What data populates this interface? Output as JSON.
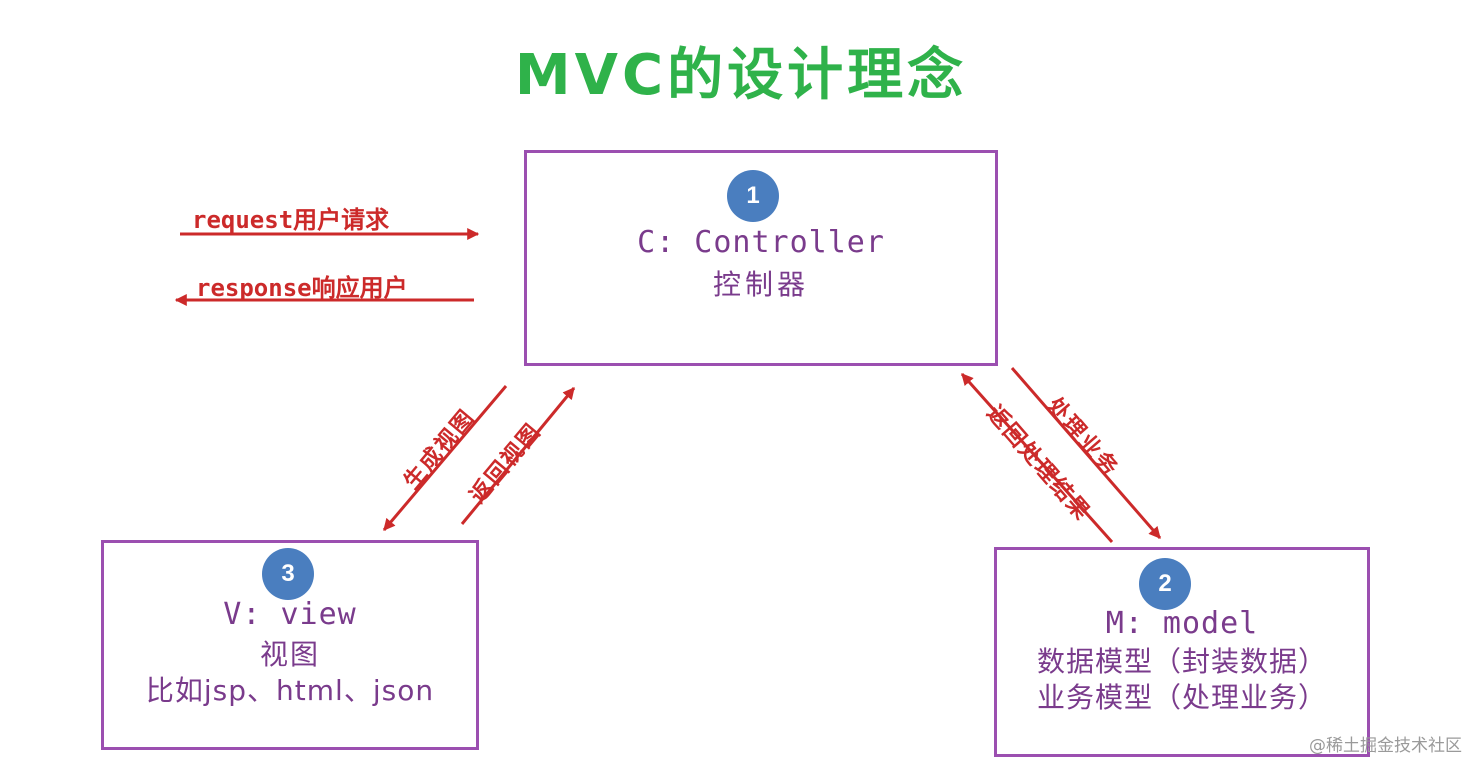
{
  "title": "MVC的设计理念",
  "controller": {
    "number": "1",
    "name": "C: Controller",
    "desc": "控制器"
  },
  "view": {
    "number": "3",
    "name": "V: view",
    "desc": "视图",
    "example": "比如jsp、html、json"
  },
  "model": {
    "number": "2",
    "name": "M: model",
    "desc1": "数据模型（封装数据）",
    "desc2": "业务模型（处理业务）"
  },
  "arrows": {
    "request": "request用户请求",
    "response": "response响应用户",
    "generate_view": "生成视图",
    "return_view": "返回视图",
    "handle_business": "处理业务",
    "return_result": "返回处理结果"
  },
  "colors": {
    "title": "#2fb24a",
    "box_border": "#9b4fb0",
    "box_text": "#7a3b8c",
    "badge": "#4a7ebf",
    "arrow": "#cc2a2a"
  },
  "watermark": "@稀土掘金技术社区"
}
